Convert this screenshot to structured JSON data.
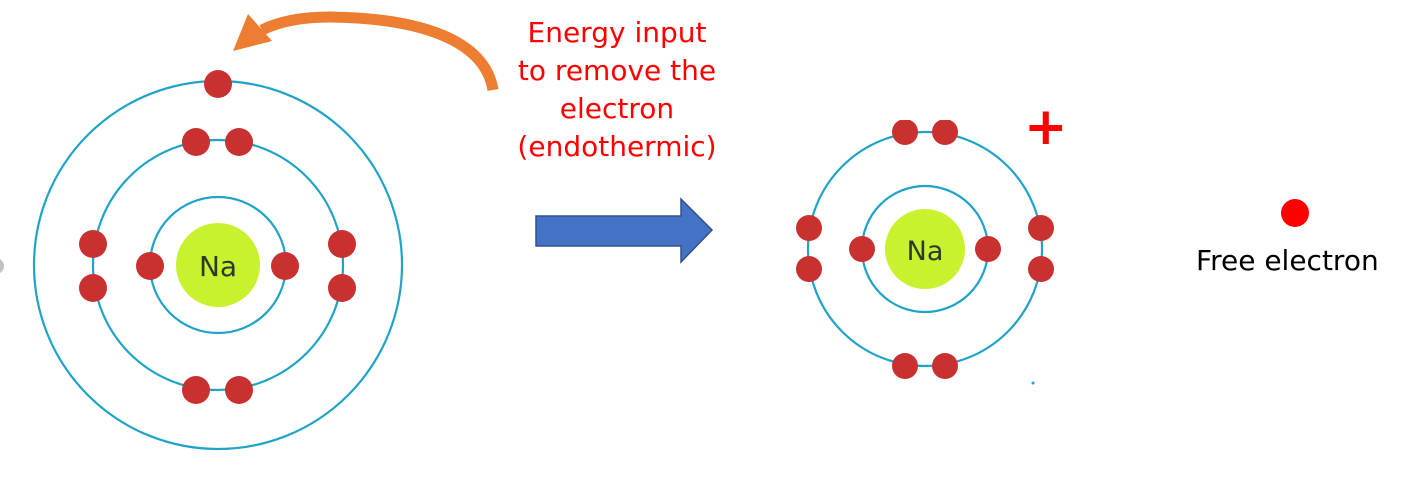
{
  "diagram": {
    "title": "Ionisation of sodium atom",
    "caption_lines": [
      "Energy input",
      "to remove the",
      "electron",
      "(endothermic)"
    ],
    "colors": {
      "orbit": "#1fa3c9",
      "electron": "#c93030",
      "nucleus": "#c9f22e",
      "nucleus_text": "#2b3a2a",
      "caption": "#ff0000",
      "curved_arrow": "#ed7d31",
      "process_arrow": "#4472c4",
      "process_arrow_border": "#2f528f",
      "free_electron": "#ff0000",
      "charge": "#ff0000"
    },
    "sodium_atom": {
      "symbol": "Na",
      "shells": [
        {
          "name": "shell-1",
          "electrons": 2
        },
        {
          "name": "shell-2",
          "electrons": 8
        },
        {
          "name": "shell-3",
          "electrons": 1
        }
      ]
    },
    "sodium_ion": {
      "symbol": "Na",
      "charge": "+",
      "shells": [
        {
          "name": "shell-1",
          "electrons": 2
        },
        {
          "name": "shell-2",
          "electrons": 8
        }
      ]
    },
    "free_electron": {
      "label": "Free electron"
    }
  }
}
